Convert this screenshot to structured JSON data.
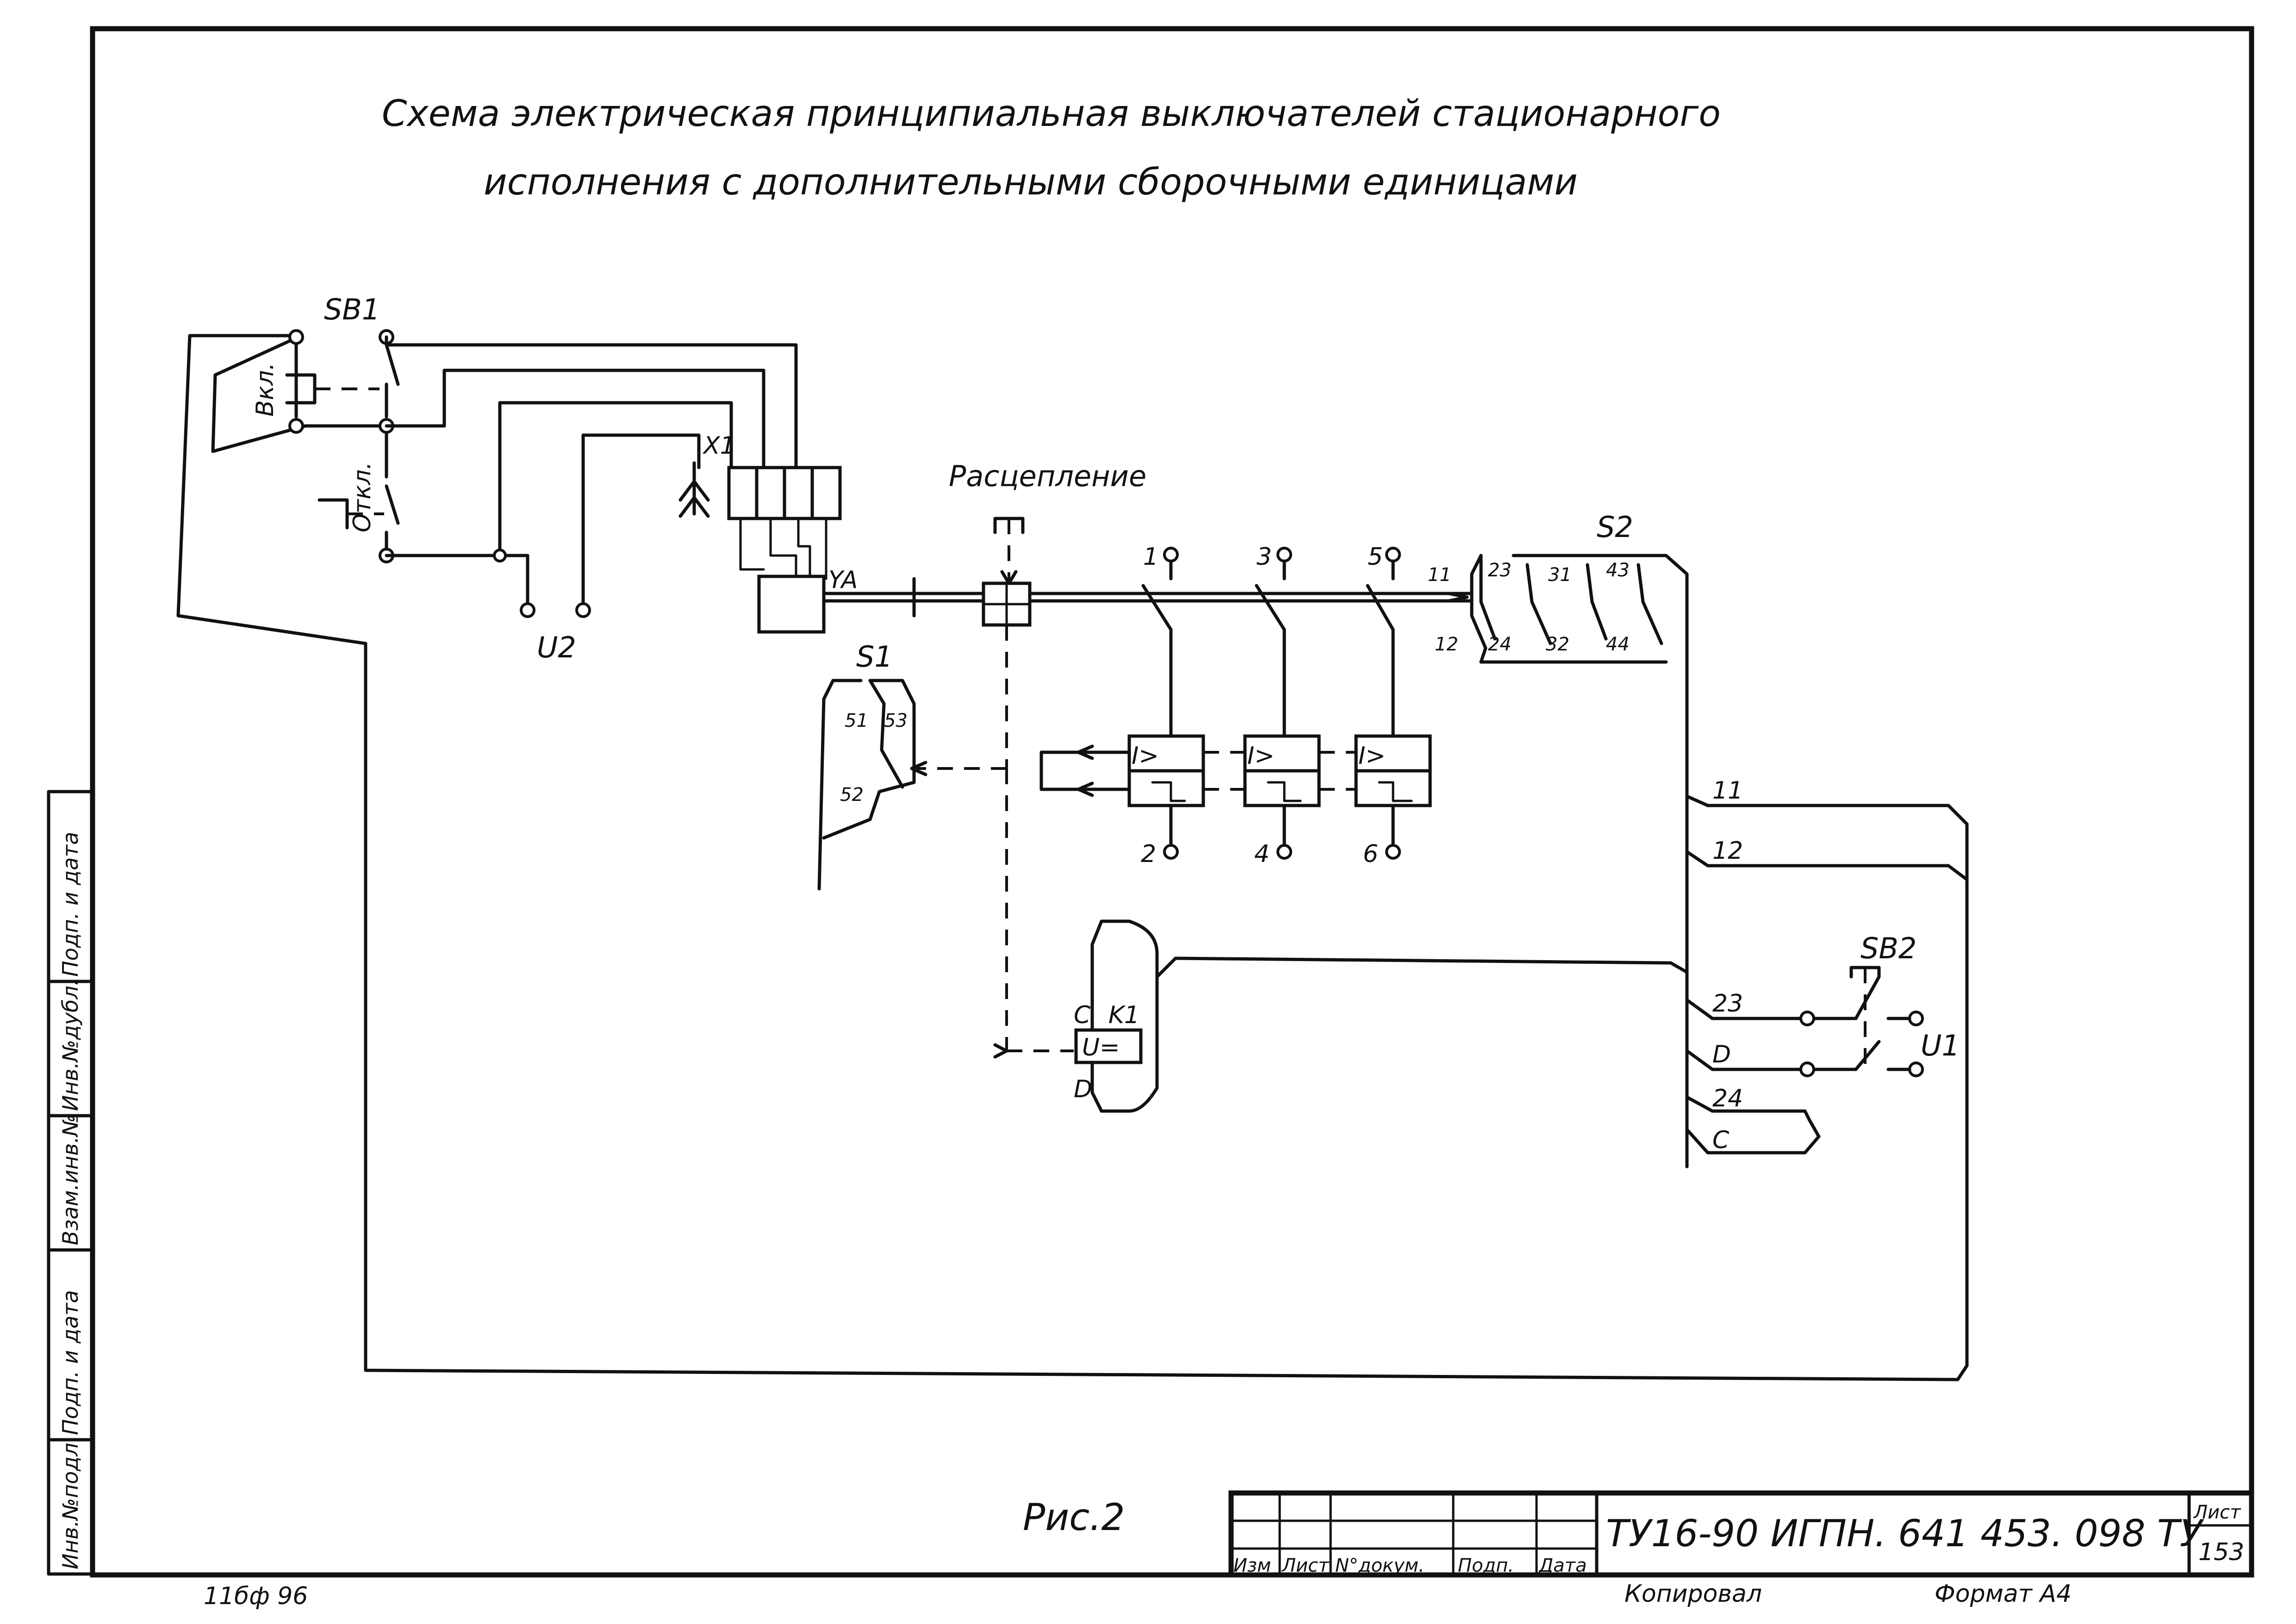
{
  "title": {
    "line1": "Схема электрическая принципиальная выключателей стационарного",
    "line2": "исполнения с дополнительными сборочными единицами"
  },
  "labels": {
    "sb1": "SB1",
    "sb2": "SB2",
    "vkl": "Вкл.",
    "otkl": "Откл.",
    "x1": "X1",
    "ya": "YA",
    "u2": "U2",
    "u1": "U1",
    "release": "Расцепление",
    "s1": "S1",
    "s2": "S2",
    "k1": "K1",
    "c": "C",
    "d": "D",
    "u_dc": "U=",
    "relay": "I>"
  },
  "s1_contacts": [
    "51",
    "53",
    "52"
  ],
  "s2_contacts_top": [
    "11",
    "23",
    "31",
    "43"
  ],
  "s2_contacts_bottom": [
    "12",
    "24",
    "32",
    "44"
  ],
  "poles_top": [
    "1",
    "3",
    "5"
  ],
  "poles_bottom": [
    "2",
    "4",
    "6"
  ],
  "wire_labels": [
    "11",
    "12",
    "23",
    "D",
    "24",
    "C"
  ],
  "figure_caption": "Рис.2",
  "title_block": {
    "doc_code": "ТУ16-90 ИГПН. 641 453. 098 ТУ",
    "sheet_label": "Лист",
    "sheet_number": "153",
    "cols": [
      "Изм",
      "Лист",
      "N°докум.",
      "Подп.",
      "Дата"
    ],
    "copied": "Копировал",
    "format": "Формат А4"
  },
  "side_stamp": [
    "Инв.№подл.",
    "Подп. и дата",
    "Взам.инв.№",
    "Инв.№дубл.",
    "Подп. и дата"
  ],
  "bottom_note": "11бф 96"
}
